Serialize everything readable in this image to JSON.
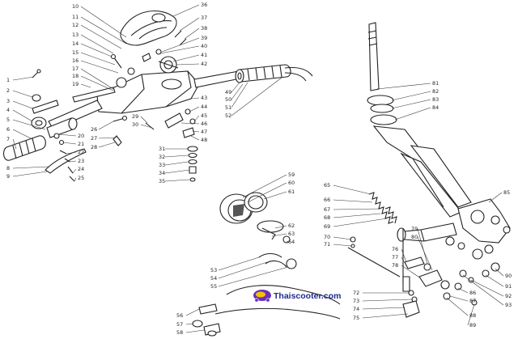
{
  "watermark": {
    "text": "Thaiscooter.com"
  },
  "colors": {
    "ink": "#222222",
    "paper": "#ffffff",
    "watermark_text": "#1f2b8f",
    "watermark_logo": "#6b2fb8"
  },
  "callouts": {
    "c1": "1",
    "c2": "2",
    "c3": "3",
    "c4": "4",
    "c5": "5",
    "c6": "6",
    "c7": "7",
    "c8": "8",
    "c9": "9",
    "c10": "10",
    "c11": "11",
    "c12": "12",
    "c13": "13",
    "c14": "14",
    "c15": "15",
    "c16": "16",
    "c17": "17",
    "c18": "18",
    "c19": "19",
    "c20": "20",
    "c21": "21",
    "c22": "22",
    "c23": "23",
    "c24": "24",
    "c25": "25",
    "c26": "26",
    "c27": "27",
    "c28": "28",
    "c29": "29",
    "c30": "30",
    "c31": "31",
    "c32": "32",
    "c33": "33",
    "c34": "34",
    "c35": "35",
    "c36": "36",
    "c37": "37",
    "c38": "38",
    "c39": "39",
    "c40": "40",
    "c41": "41",
    "c42": "42",
    "c43": "43",
    "c44": "44",
    "c45": "45",
    "c46": "46",
    "c47": "47",
    "c48": "48",
    "c49": "49",
    "c50": "50",
    "c51": "51",
    "c52": "52",
    "c53": "53",
    "c54": "54",
    "c55": "55",
    "c56": "56",
    "c57": "57",
    "c58": "58",
    "c59": "59",
    "c60": "60",
    "c61": "61",
    "c62": "62",
    "c63": "63",
    "c64": "64",
    "c65": "65",
    "c66": "66",
    "c67": "67",
    "c68": "68",
    "c69": "69",
    "c70": "70",
    "c71": "71",
    "c72": "72",
    "c73": "73",
    "c74": "74",
    "c75": "75",
    "c76": "76",
    "c77": "77",
    "c78": "78",
    "c79": "79",
    "c80": "80",
    "c81": "81",
    "c82": "82",
    "c83": "83",
    "c84": "84",
    "c85": "85",
    "c86": "86",
    "c87": "87",
    "c88": "88",
    "c89": "89",
    "c90": "90",
    "c91": "91",
    "c92": "92",
    "c93": "93"
  }
}
